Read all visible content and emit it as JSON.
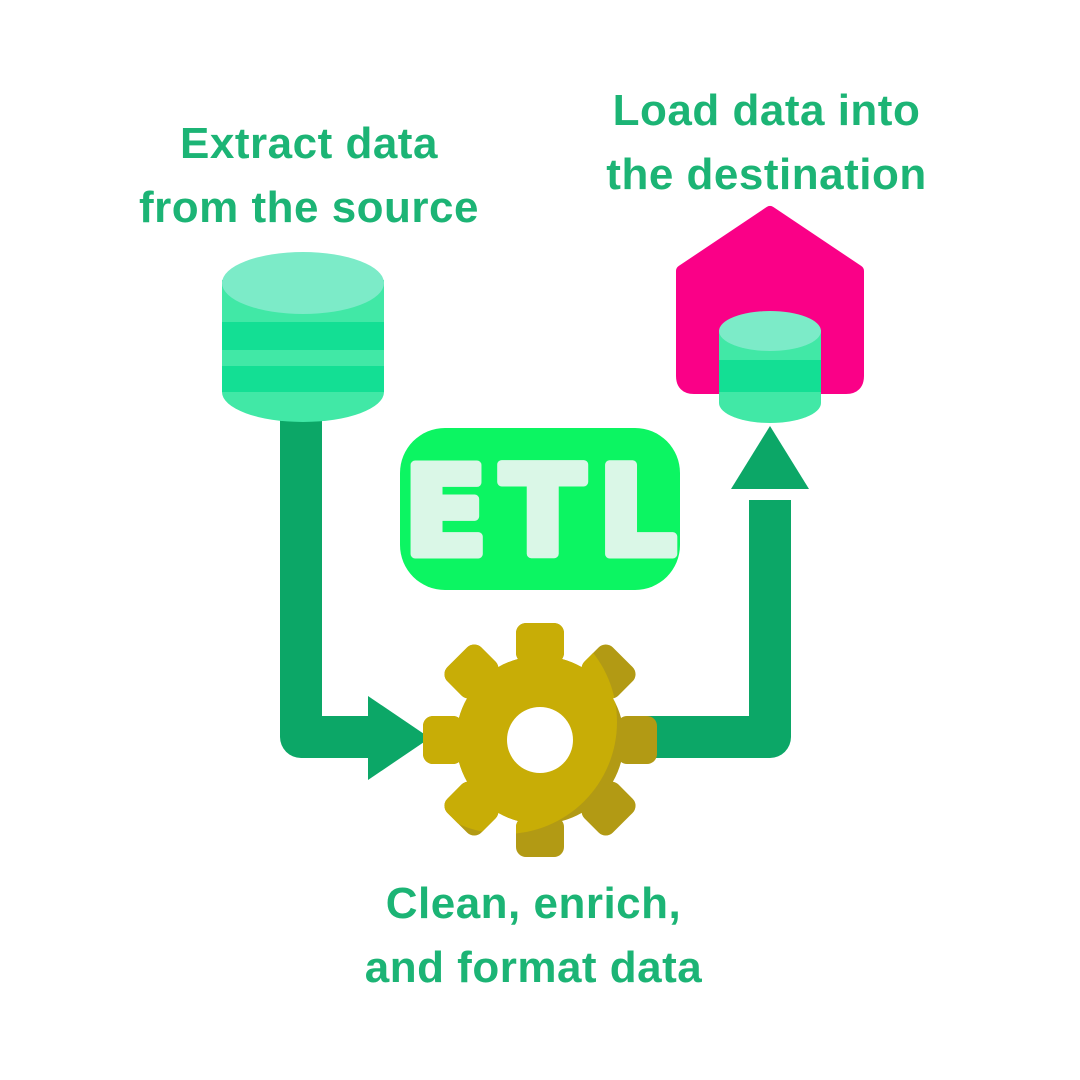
{
  "colors": {
    "background": "#FFFFFF",
    "text_green": "#1CB475",
    "arrow_green": "#0CA767",
    "badge_green": "#0CF562",
    "badge_letter": "#DAF7E7",
    "db_top": "#7CEBC8",
    "db_body": "#41E8A6",
    "db_stripe": "#13DF94",
    "house_pink": "#FA0087",
    "gear_gold": "#C8AD06",
    "gear_gold_dark": "#B29A14"
  },
  "captions": {
    "extract": {
      "line1": "Extract data",
      "line2": "from the source"
    },
    "load": {
      "line1": "Load data into",
      "line2": "the destination"
    },
    "transform": {
      "line1": "Clean, enrich,",
      "line2": "and format data"
    }
  },
  "badge": {
    "label": "ETL"
  },
  "icons": {
    "source": "database-icon",
    "transform": "gear-icon",
    "destination": "warehouse-house-icon",
    "destination_store": "database-icon",
    "flow_left": "elbow-arrow-right-icon",
    "flow_right": "elbow-arrow-up-icon"
  }
}
